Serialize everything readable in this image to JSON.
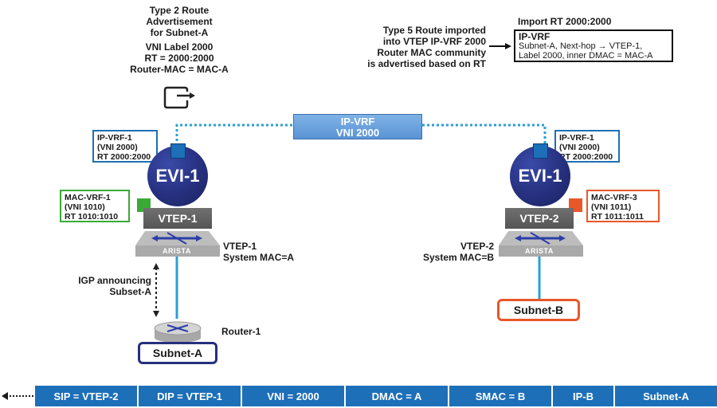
{
  "type2": {
    "lines": [
      "Type 2 Route",
      "Advertisement",
      "for Subnet-A",
      "VNI Label 2000",
      "RT = 2000:2000",
      "Router-MAC = MAC-A"
    ]
  },
  "type5": {
    "lines": [
      "Type 5 Route imported",
      "into VTEP IP-VRF 2000",
      "Router MAC community",
      "is advertised based on RT"
    ]
  },
  "import_rt": "Import RT 2000:2000",
  "ipvrf_box": {
    "title": "IP-VRF",
    "line1": "Subnet-A, Next-hop → VTEP-1,",
    "line2": "Label 2000, inner DMAC = MAC-A"
  },
  "ipvrf_banner": {
    "line1": "IP-VRF",
    "line2": "VNI 2000"
  },
  "left": {
    "ipvrf": [
      "IP-VRF-1",
      "(VNI 2000)",
      "RT 2000:2000"
    ],
    "macvrf": [
      "MAC-VRF-1",
      "(VNI 1010)",
      "RT 1010:1010"
    ],
    "evi": "EVI-1",
    "vtep": "VTEP-1",
    "brand": "ARISTA",
    "label": [
      "VTEP-1",
      "System MAC=A"
    ],
    "igp": [
      "IGP announcing",
      "Subset-A"
    ],
    "router": "Router-1",
    "subnet": "Subnet-A"
  },
  "right": {
    "ipvrf": [
      "IP-VRF-1",
      "(VNI 2000)",
      "RT 2000:2000"
    ],
    "macvrf": [
      "MAC-VRF-3",
      "(VNI 1011)",
      "RT 1011:1011"
    ],
    "evi": "EVI-1",
    "vtep": "VTEP-2",
    "brand": "ARISTA",
    "label": [
      "VTEP-2",
      "System MAC=B"
    ],
    "subnet": "Subnet-B"
  },
  "colors": {
    "blue_box": "#1d6fb8",
    "green_box": "#3aaa35",
    "orange_box": "#e8572a",
    "navy": "#26307e",
    "dotted_link": "#2a9fd6"
  },
  "packet_header": [
    "SIP = VTEP-2",
    "DIP = VTEP-1",
    "VNI = 2000",
    "DMAC = A",
    "SMAC = B",
    "IP-B",
    "Subnet-A"
  ]
}
